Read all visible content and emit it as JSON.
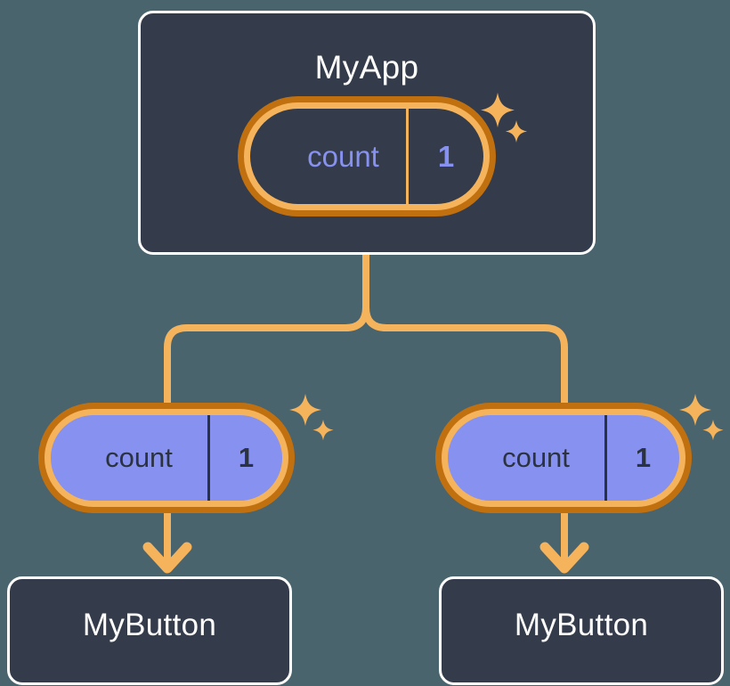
{
  "theme": {
    "background": "#4a646e",
    "card_fill": "#343b4a",
    "card_border": "#ffffff",
    "accent_light": "#f5b35c",
    "accent_dark": "#c1700f",
    "state_fill": "#8691f0",
    "state_text_dark": "#2b3240"
  },
  "root": {
    "title": "MyApp",
    "state": {
      "key": "count",
      "value": "1"
    }
  },
  "branches": [
    {
      "state": {
        "key": "count",
        "value": "1"
      },
      "title": "MyButton"
    },
    {
      "state": {
        "key": "count",
        "value": "1"
      },
      "title": "MyButton"
    }
  ]
}
